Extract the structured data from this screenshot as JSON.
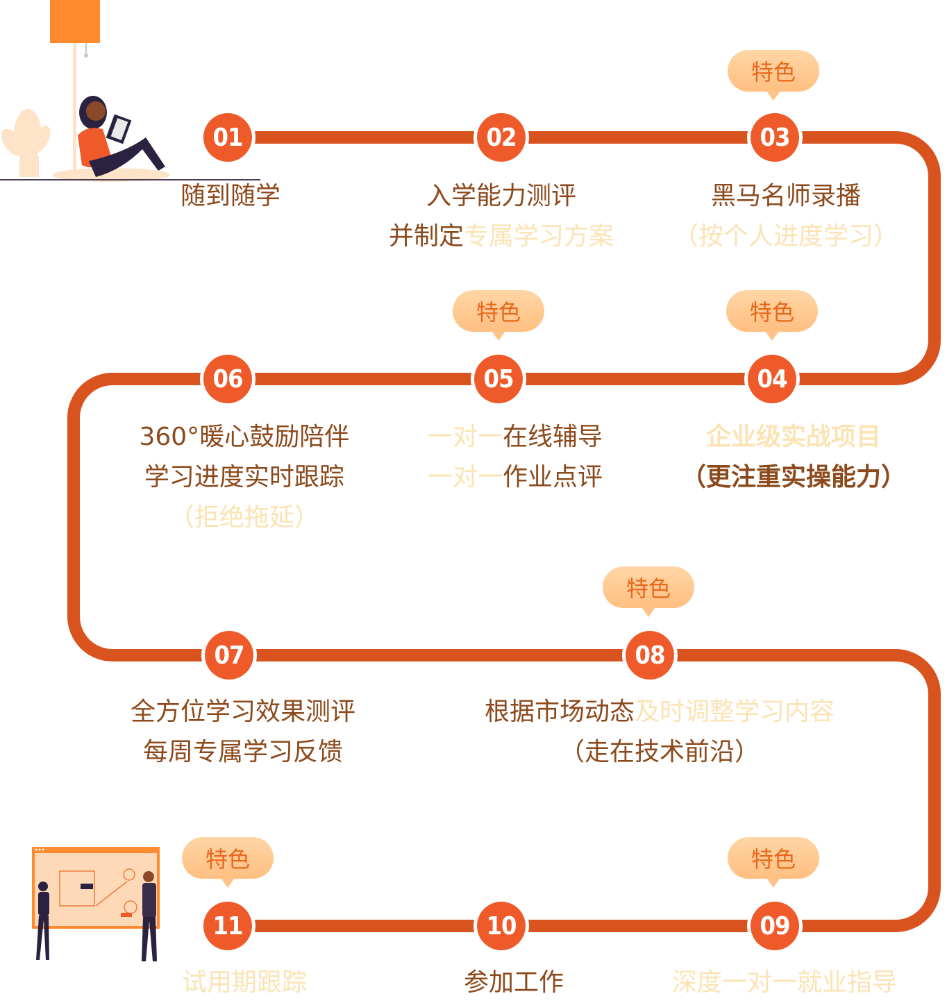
{
  "colors": {
    "path": "#d9531f",
    "node": "#ef5a2a",
    "tag_text": "#e8671d",
    "text_dark": "#8c4a1c",
    "text_light": "#fbe3b4"
  },
  "tag_label": "特色",
  "steps": [
    {
      "num": "01",
      "lines": [
        [
          {
            "t": "随到随学",
            "s": "c"
          }
        ]
      ]
    },
    {
      "num": "02",
      "lines": [
        [
          {
            "t": "入学能力测评",
            "s": "c"
          }
        ],
        [
          {
            "t": "并制定",
            "s": "c"
          },
          {
            "t": "专属学习方案",
            "s": "l"
          }
        ]
      ]
    },
    {
      "num": "03",
      "lines": [
        [
          {
            "t": "黑马名师录播",
            "s": "c"
          }
        ],
        [
          {
            "t": "（按个人进度学习）",
            "s": "l"
          }
        ]
      ]
    },
    {
      "num": "04",
      "lines": [
        [
          {
            "t": "企业级实战项目",
            "s": "l"
          }
        ],
        [
          {
            "t": "（更注重实操能力）",
            "s": "c"
          }
        ]
      ]
    },
    {
      "num": "05",
      "lines": [
        [
          {
            "t": "一对一",
            "s": "l"
          },
          {
            "t": "在线辅导",
            "s": "c"
          }
        ],
        [
          {
            "t": "一对一",
            "s": "l"
          },
          {
            "t": "作业点评",
            "s": "c"
          }
        ]
      ]
    },
    {
      "num": "06",
      "lines": [
        [
          {
            "t": "360°暖心鼓励陪伴",
            "s": "c"
          }
        ],
        [
          {
            "t": "学习进度实时跟踪",
            "s": "c"
          }
        ],
        [
          {
            "t": "（拒绝拖延）",
            "s": "l"
          }
        ]
      ]
    },
    {
      "num": "07",
      "lines": [
        [
          {
            "t": "全方位学习效果测评",
            "s": "c"
          }
        ],
        [
          {
            "t": "每周专属学习反馈",
            "s": "c"
          }
        ]
      ]
    },
    {
      "num": "08",
      "lines": [
        [
          {
            "t": "根据市场动态",
            "s": "c"
          },
          {
            "t": "及时调整学习内容",
            "s": "l"
          }
        ],
        [
          {
            "t": "（走在技术前沿）",
            "s": "c"
          }
        ]
      ]
    },
    {
      "num": "09",
      "lines": [
        [
          {
            "t": "深度一对一就业指导",
            "s": "l"
          }
        ]
      ]
    },
    {
      "num": "10",
      "lines": [
        [
          {
            "t": "参加工作",
            "s": "c"
          }
        ]
      ]
    },
    {
      "num": "11",
      "lines": [
        [
          {
            "t": "试用期跟踪",
            "s": "l"
          }
        ]
      ]
    }
  ]
}
